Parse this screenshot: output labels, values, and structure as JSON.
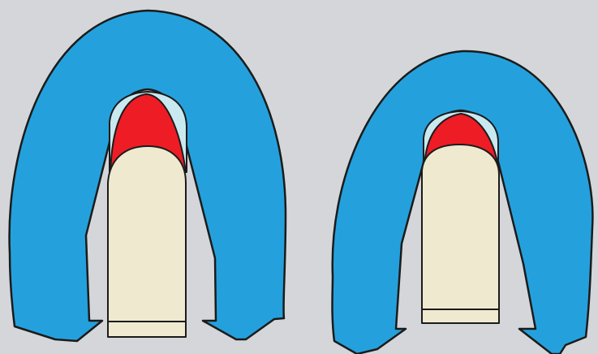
{
  "colors": {
    "background": "#d4d6d9",
    "outer_shell": "#24a1dd",
    "inner_cap": "#c9e9f0",
    "tip": "#ee1c25",
    "core": "#efe9d0",
    "outline": "#1b1b1b"
  },
  "figures": [
    {
      "id": "left",
      "description_name": "wide-shell-assembly"
    },
    {
      "id": "right",
      "description_name": "narrow-shell-assembly"
    }
  ]
}
